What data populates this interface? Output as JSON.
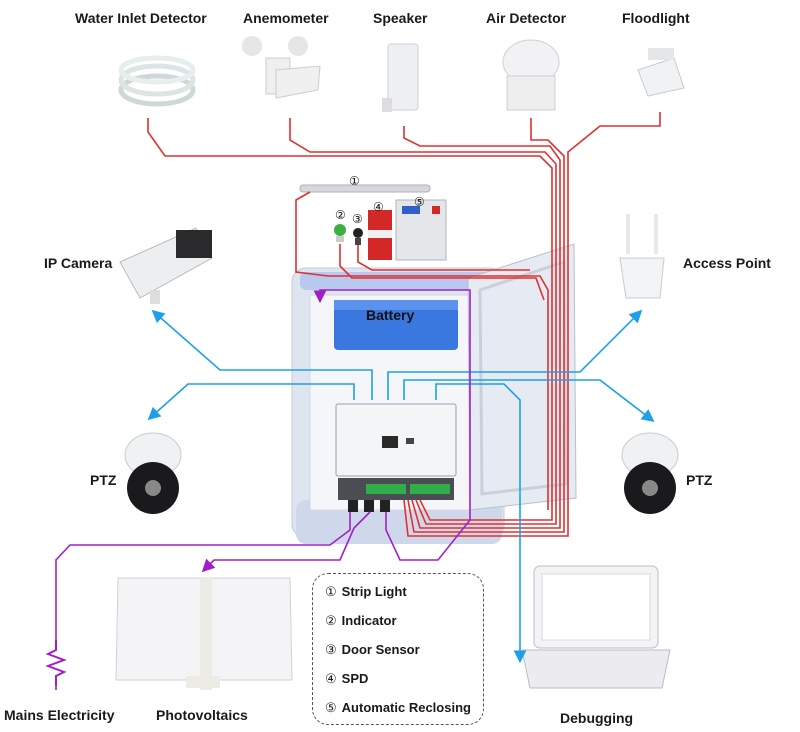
{
  "devices": {
    "water_inlet_detector": "Water Inlet Detector",
    "anemometer": "Anemometer",
    "speaker": "Speaker",
    "air_detector": "Air Detector",
    "floodlight": "Floodlight",
    "ip_camera": "IP Camera",
    "access_point": "Access Point",
    "ptz_left": "PTZ",
    "ptz_right": "PTZ",
    "mains_electricity": "Mains Electricity",
    "photovoltaics": "Photovoltaics",
    "debugging": "Debugging",
    "battery": "Battery"
  },
  "markers": [
    "①",
    "②",
    "③",
    "④",
    "⑤"
  ],
  "legend": [
    {
      "num": "①",
      "label": "Strip Light"
    },
    {
      "num": "②",
      "label": "Indicator"
    },
    {
      "num": "③",
      "label": "Door Sensor"
    },
    {
      "num": "④",
      "label": "SPD"
    },
    {
      "num": "⑤",
      "label": "Automatic Reclosing"
    }
  ],
  "colors": {
    "sensor_wire": "#e03030",
    "network_wire": "#1ea0e8",
    "power_wire": "#a020c8",
    "enclosure": "#e8ecf4",
    "battery": "#3a78e0"
  }
}
